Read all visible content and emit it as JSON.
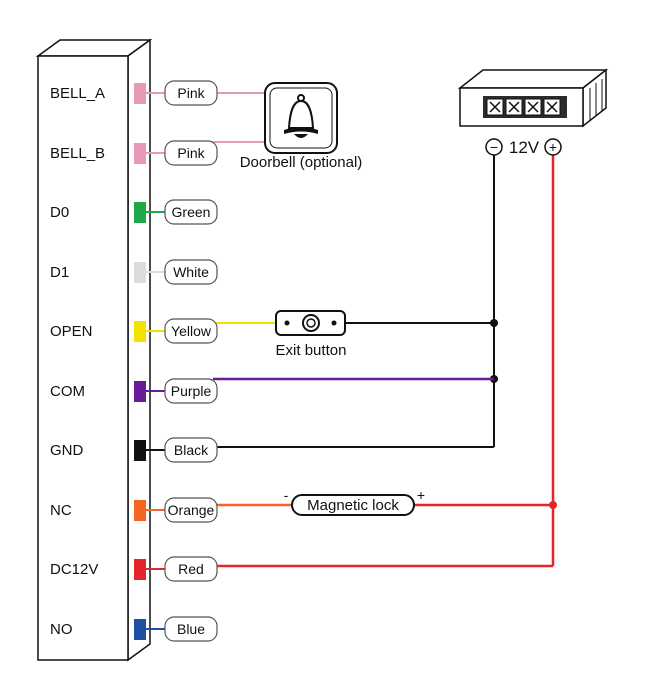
{
  "terminals": [
    {
      "name": "BELL_A",
      "wire": "Pink",
      "color": "#e79ab8"
    },
    {
      "name": "BELL_B",
      "wire": "Pink",
      "color": "#e79ab8"
    },
    {
      "name": "D0",
      "wire": "Green",
      "color": "#1ea84a"
    },
    {
      "name": "D1",
      "wire": "White",
      "color": "#dcdcdc"
    },
    {
      "name": "OPEN",
      "wire": "Yellow",
      "color": "#f2e200"
    },
    {
      "name": "COM",
      "wire": "Purple",
      "color": "#6a1b9a"
    },
    {
      "name": "GND",
      "wire": "Black",
      "color": "#111111"
    },
    {
      "name": "NC",
      "wire": "Orange",
      "color": "#f26522"
    },
    {
      "name": "DC12V",
      "wire": "Red",
      "color": "#e3262b"
    },
    {
      "name": "NO",
      "wire": "Blue",
      "color": "#1f4ea3"
    }
  ],
  "doorbell": {
    "label": "Doorbell (optional)"
  },
  "exit_button": {
    "label": "Exit button"
  },
  "magnetic_lock": {
    "label": "Magnetic lock",
    "minus": "-",
    "plus": "+"
  },
  "power_supply": {
    "label": "12V",
    "minus": "−",
    "plus": "+"
  },
  "colors": {
    "wire_red": "#e3262b",
    "wire_black": "#111111"
  }
}
